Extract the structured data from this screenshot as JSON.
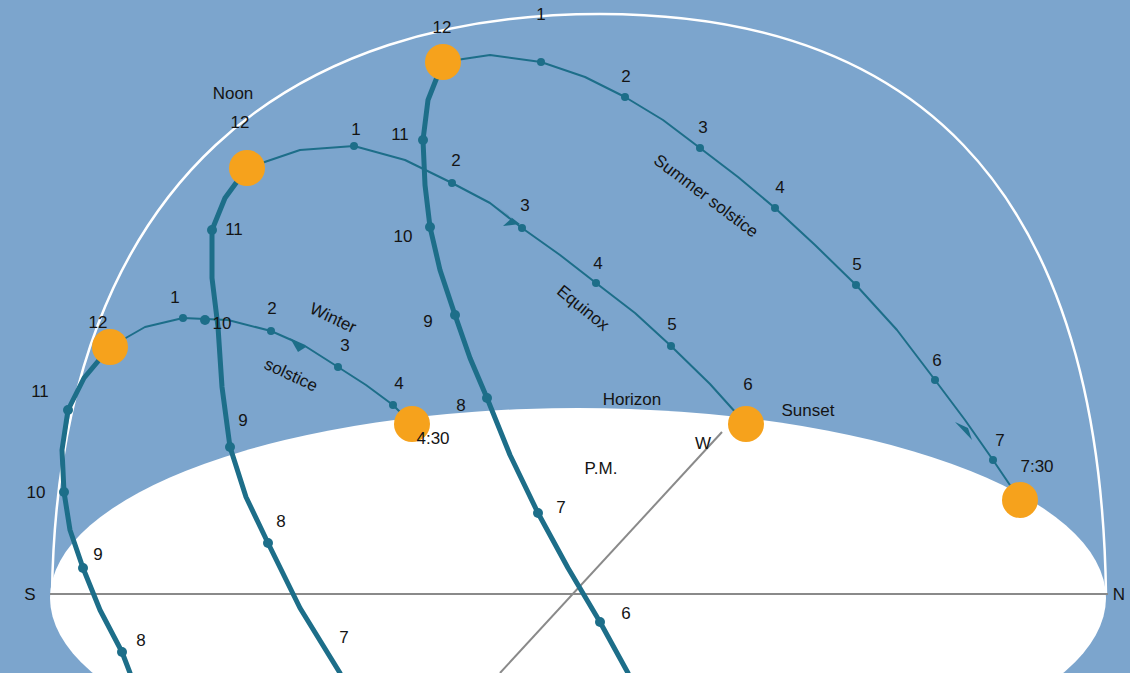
{
  "diagram": {
    "labels": [
      "12",
      "1",
      "2",
      "3",
      "4",
      "Summer solstice",
      "5",
      "6",
      "7",
      "7:30",
      "Noon",
      "12",
      "1",
      "2",
      "3",
      "4",
      "Equinox",
      "5",
      "6",
      "Sunset",
      "12",
      "1",
      "2",
      "3",
      "4",
      "4:30",
      "Winter",
      "solstice",
      "11",
      "10",
      "9",
      "8",
      "7",
      "6",
      "11",
      "10",
      "9",
      "8",
      "7",
      "11",
      "10",
      "9",
      "8",
      "Horizon",
      "P.M.",
      "W",
      "S",
      "N"
    ]
  }
}
